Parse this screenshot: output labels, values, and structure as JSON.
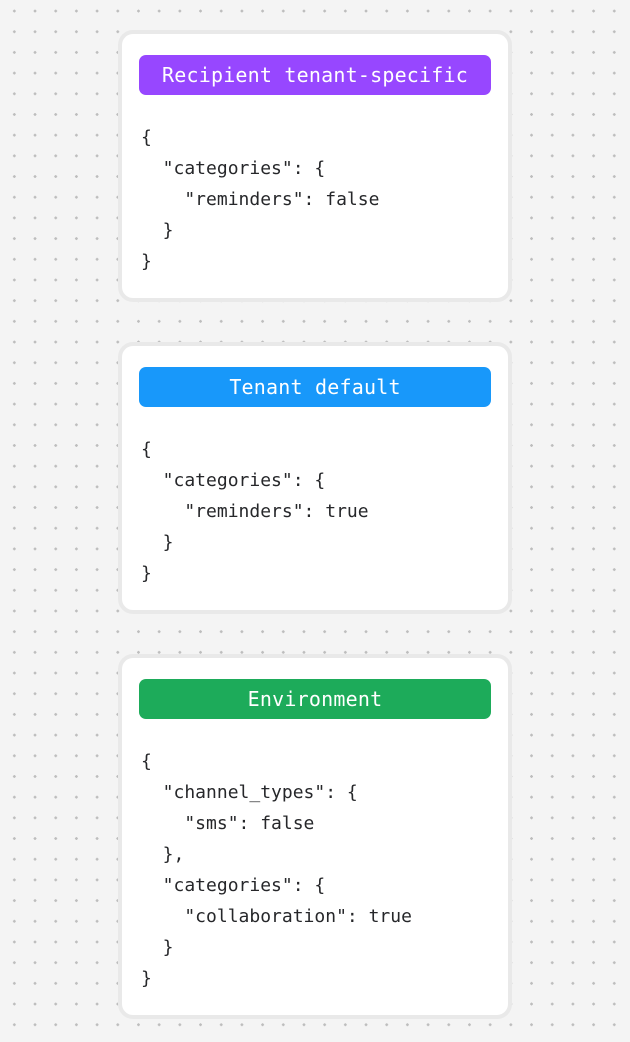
{
  "canvas": {
    "background_color": "#f4f4f4",
    "dot_color": "#bdbdbd"
  },
  "code_text_color": "#26272a",
  "cards": [
    {
      "badge": {
        "label": "Recipient tenant-specific",
        "color": "#9747ff",
        "text_color": "#ffffff"
      },
      "code_lines": [
        "{",
        "  \"categories\": {",
        "    \"reminders\": false",
        "  }",
        "}"
      ]
    },
    {
      "badge": {
        "label": "Tenant default",
        "color": "#1898fa",
        "text_color": "#ffffff"
      },
      "code_lines": [
        "{",
        "  \"categories\": {",
        "    \"reminders\": true",
        "  }",
        "}"
      ]
    },
    {
      "badge": {
        "label": "Environment",
        "color": "#1dab5a",
        "text_color": "#ffffff"
      },
      "code_lines": [
        "{",
        "  \"channel_types\": {",
        "    \"sms\": false",
        "  },",
        "  \"categories\": {",
        "    \"collaboration\": true",
        "  }",
        "}"
      ]
    }
  ]
}
